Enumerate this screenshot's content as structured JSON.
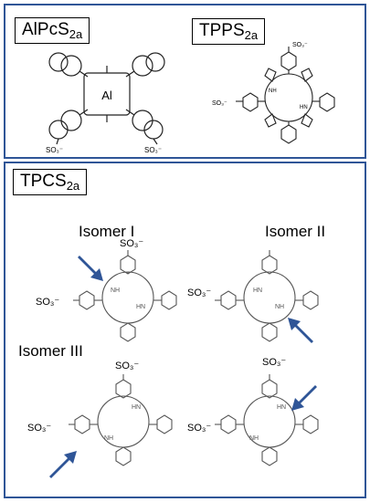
{
  "top_panel": {
    "alpcs": {
      "label_main": "AlPcS",
      "label_sub": "2a",
      "metal": "Al",
      "sulfonate": "SO₃⁻"
    },
    "tpps": {
      "label_main": "TPPS",
      "label_sub": "2a",
      "sulfonate": "SO₃⁻",
      "nh": "NH",
      "hn": "HN"
    }
  },
  "bottom_panel": {
    "label_main": "TPCS",
    "label_sub": "2a",
    "isomer1": "Isomer I",
    "isomer2": "Isomer II",
    "isomer3": "Isomer III",
    "sulfonate": "SO₃⁻",
    "nh": "NH",
    "hn": "HN"
  },
  "colors": {
    "frame": "#2f5597",
    "arrow": "#2f5597",
    "structure": "#555555"
  }
}
